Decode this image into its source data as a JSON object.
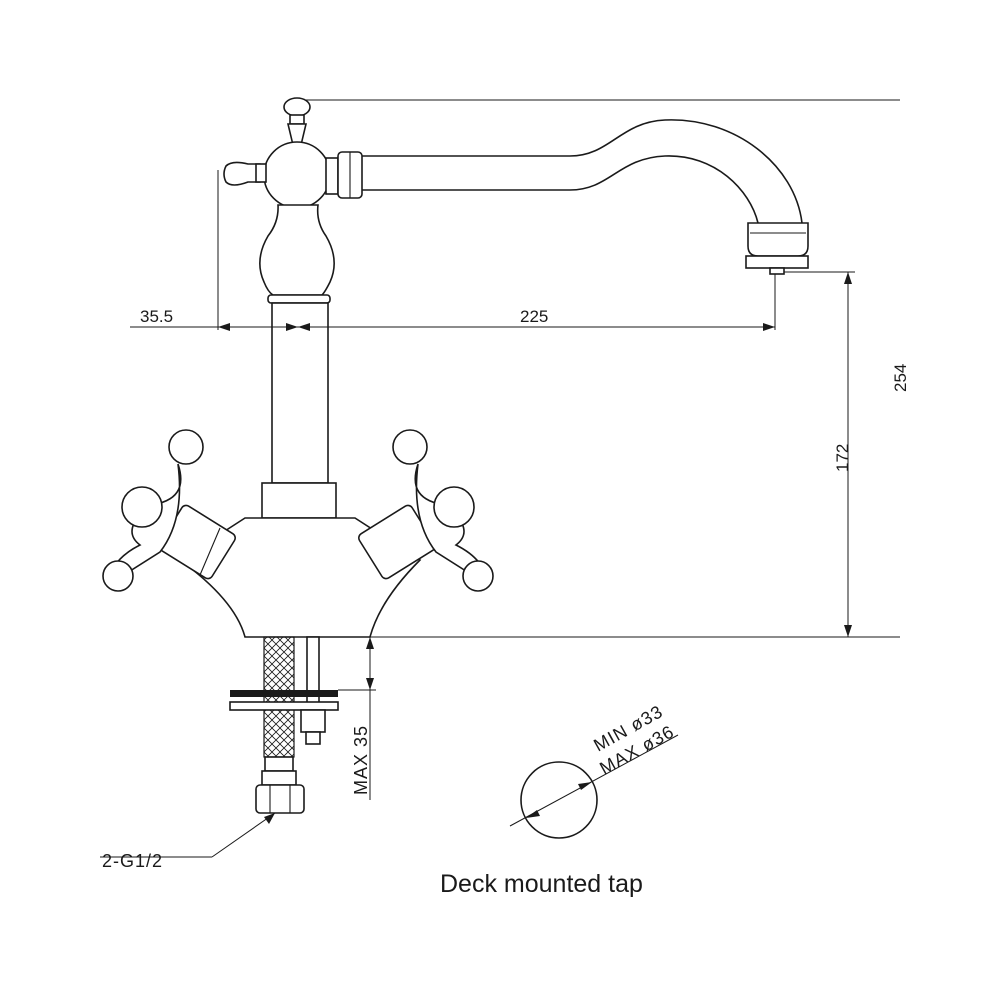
{
  "dimensions": {
    "handle_offset": "35.5",
    "spout_reach": "225",
    "spout_height": "172",
    "overall_height_partial": "254",
    "max_deck_thickness": "MAX 35",
    "hole_min": "MIN ø33",
    "hole_max": "MAX ø36"
  },
  "connection_label": "2-G1/2",
  "caption": "Deck mounted tap"
}
